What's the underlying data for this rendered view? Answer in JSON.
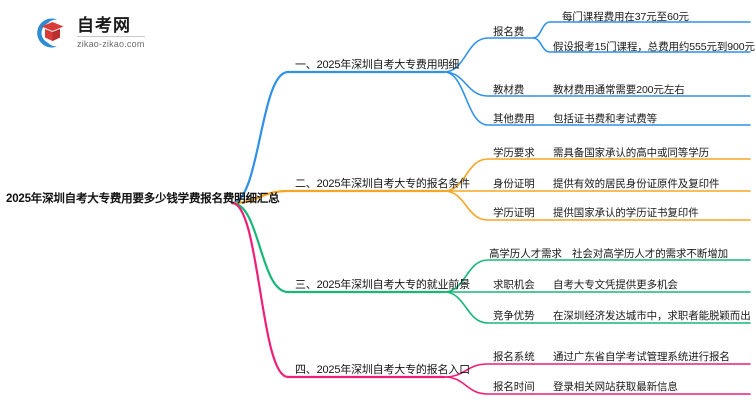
{
  "logo": {
    "title": "自考网",
    "domain": "zikao-zikao.com",
    "mark_icon": "graduation-cap-icon",
    "ring_color": "#2e8bd0",
    "cap_color": "#d93b3b"
  },
  "mindmap": {
    "root": {
      "label": "2025年深圳自考大专费用要多少钱学费报名费明细汇总"
    },
    "branches": [
      {
        "label": "一、2025年深圳自考大专费用明细",
        "color": "#2f91e8",
        "children": [
          {
            "label": "报名费",
            "children": [
              {
                "label": "每门课程费用在37元至60元"
              },
              {
                "label": "假设报考15门课程，总费用约555元到900元"
              }
            ]
          },
          {
            "label": "教材费",
            "children": [
              {
                "label": "教材费用通常需要200元左右"
              }
            ]
          },
          {
            "label": "其他费用",
            "children": [
              {
                "label": "包括证书费和考试费等"
              }
            ]
          }
        ]
      },
      {
        "label": "二、2025年深圳自考大专的报名条件",
        "color": "#f5a623",
        "children": [
          {
            "label": "学历要求",
            "children": [
              {
                "label": "需具备国家承认的高中或同等学历"
              }
            ]
          },
          {
            "label": "身份证明",
            "children": [
              {
                "label": "提供有效的居民身份证原件及复印件"
              }
            ]
          },
          {
            "label": "学历证明",
            "children": [
              {
                "label": "提供国家承认的学历证书复印件"
              }
            ]
          }
        ]
      },
      {
        "label": "三、2025年深圳自考大专的就业前景",
        "color": "#18b778",
        "children": [
          {
            "label": "高学历人才需求",
            "children": [
              {
                "label": "社会对高学历人才的需求不断增加"
              }
            ]
          },
          {
            "label": "求职机会",
            "children": [
              {
                "label": "自考大专文凭提供更多机会"
              }
            ]
          },
          {
            "label": "竞争优势",
            "children": [
              {
                "label": "在深圳经济发达城市中，求职者能脱颖而出"
              }
            ]
          }
        ]
      },
      {
        "label": "四、2025年深圳自考大专的报名入口",
        "color": "#ef1e77",
        "children": [
          {
            "label": "报名系统",
            "children": [
              {
                "label": "通过广东省自学考试管理系统进行报名"
              }
            ]
          },
          {
            "label": "报名时间",
            "children": [
              {
                "label": "登录相关网站获取最新信息"
              }
            ]
          }
        ]
      }
    ]
  }
}
